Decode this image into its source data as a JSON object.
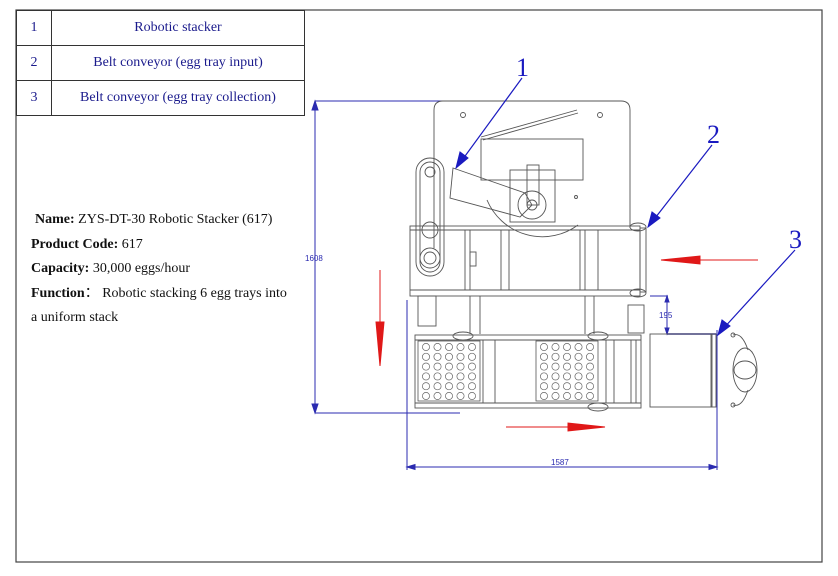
{
  "legend": [
    {
      "num": "1",
      "label": "Robotic stacker"
    },
    {
      "num": "2",
      "label": "Belt conveyor (egg tray input)"
    },
    {
      "num": "3",
      "label": "Belt conveyor (egg tray collection)"
    }
  ],
  "info": {
    "name_label": "Name:",
    "name_value": " ZYS-DT-30 Robotic Stacker (617)",
    "code_label": "Product Code:",
    "code_value": " 617",
    "capacity_label": "Capacity:",
    "capacity_value": " 30,000 eggs/hour",
    "function_label": "Function",
    "function_sep": "：",
    "function_value_line1": " Robotic stacking 6 egg trays into",
    "function_value_line2": "a uniform stack"
  },
  "callouts": [
    "1",
    "2",
    "3"
  ],
  "dimensions": {
    "height": "1608",
    "width": "1587",
    "gap": "195"
  },
  "colors": {
    "dimension": "#2b2bb0",
    "callout": "#1a1ac0",
    "flow_arrow": "#e01818",
    "drawing": "#555555"
  }
}
